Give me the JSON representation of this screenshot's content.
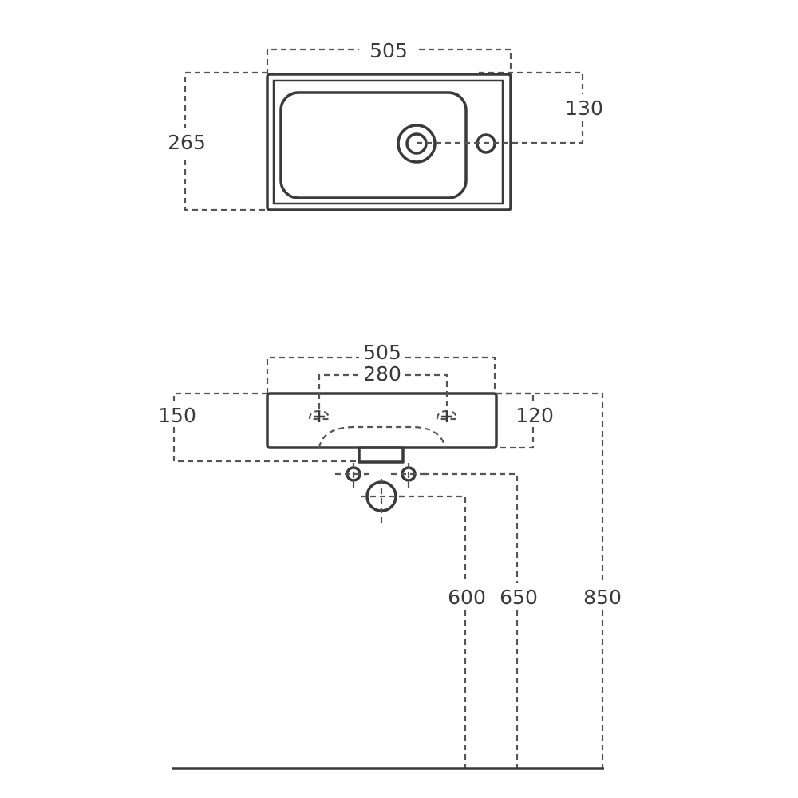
{
  "top_view": {
    "width_label": "505",
    "depth_label": "265",
    "tap_offset_label": "130"
  },
  "front_view": {
    "width_label": "505",
    "fixing_spacing_label": "280",
    "depth_label": "150",
    "basin_height_label": "120",
    "waste_height_label": "600",
    "supply_height_label": "650",
    "rim_height_label": "850"
  }
}
